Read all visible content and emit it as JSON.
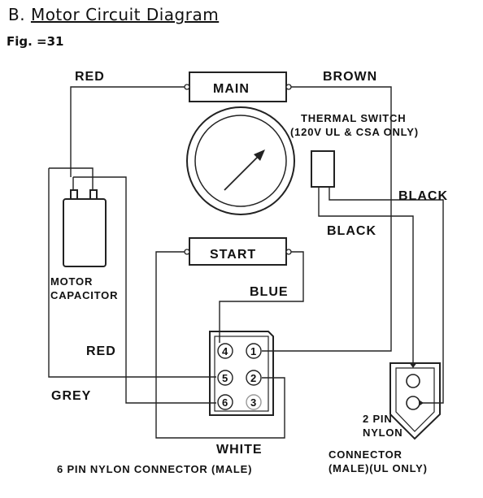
{
  "header": {
    "section": "B.",
    "title": "Motor Circuit Diagram",
    "fig": "Fig. =31"
  },
  "labels": {
    "red_top": "RED",
    "brown": "BROWN",
    "main": "MAIN",
    "thermal_1": "THERMAL SWITCH",
    "thermal_2": "(120V UL & CSA ONLY)",
    "black_right": "BLACK",
    "black_mid": "BLACK",
    "start": "START",
    "capacitor_1": "MOTOR",
    "capacitor_2": "CAPACITOR",
    "blue": "BLUE",
    "red_left": "RED",
    "grey": "GREY",
    "white": "WHITE",
    "six_pin": "6 PIN NYLON CONNECTOR (MALE)",
    "two_pin_1": "2 PIN",
    "two_pin_2": "NYLON",
    "two_pin_3": "CONNECTOR",
    "two_pin_4": "(MALE)(UL ONLY)"
  },
  "pins": [
    "4",
    "1",
    "5",
    "2",
    "6",
    "3"
  ]
}
